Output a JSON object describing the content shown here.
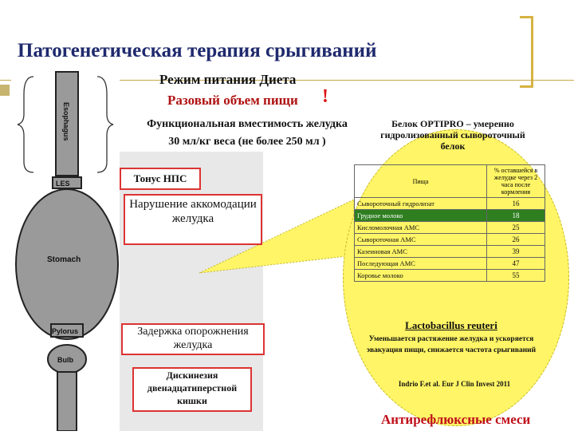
{
  "slide": {
    "title": "Патогенетическая терапия срыгиваний",
    "regime": "Режим питания   Диета",
    "volume": "Разовый объем пищи",
    "exclamation": "!",
    "func_capacity": "Функциональная вместимость желудка",
    "func_capacity_value": "30 мл/кг веса (не более 250 мл )",
    "npc_tone": "Тонус НПС",
    "accommodation": "Нарушение аккомодации желудка",
    "delay": "Задержка опорожнения желудка",
    "dyskinesia": "Дискинезия двенадцатиперстной кишки",
    "optipro": "Белок OPTIPRO – умеренно гидролизованный сывороточный белок",
    "lacto_title": "Lactobacillus reuteri",
    "lacto_desc": "Уменьшается растяжение желудка и ускоряется эвакуация пищи, снижается частота срыгиваний",
    "reference": "Indrio F.et al. Eur J Clin Invest 2011",
    "antireflux": "Антирефлюксные смеси"
  },
  "anatomy": {
    "esophagus": "Esophagus",
    "les": "LES",
    "stomach": "Stomach",
    "pylorus": "Pylorus",
    "bulb": "Bulb"
  },
  "table": {
    "headers": [
      "Пища",
      "% оставшейся в желудке через 2 часа после кормления"
    ],
    "rows": [
      {
        "food": "Сывороточный гидролизат",
        "value": "16"
      },
      {
        "food": "Грудное молоко",
        "value": "18"
      },
      {
        "food": "Кисломолочная АМС",
        "value": "25"
      },
      {
        "food": "Сывороточная АМС",
        "value": "26"
      },
      {
        "food": "Казеиновая АМС",
        "value": "39"
      },
      {
        "food": "Последующая АМС",
        "value": "47"
      },
      {
        "food": "Коровье молоко",
        "value": "55"
      }
    ]
  },
  "colors": {
    "title": "#1f2a6e",
    "accent_red": "#c0101a",
    "oval_yellow": "#fff566",
    "highlight_green": "#2f7f21",
    "gold": "#d6b341"
  }
}
